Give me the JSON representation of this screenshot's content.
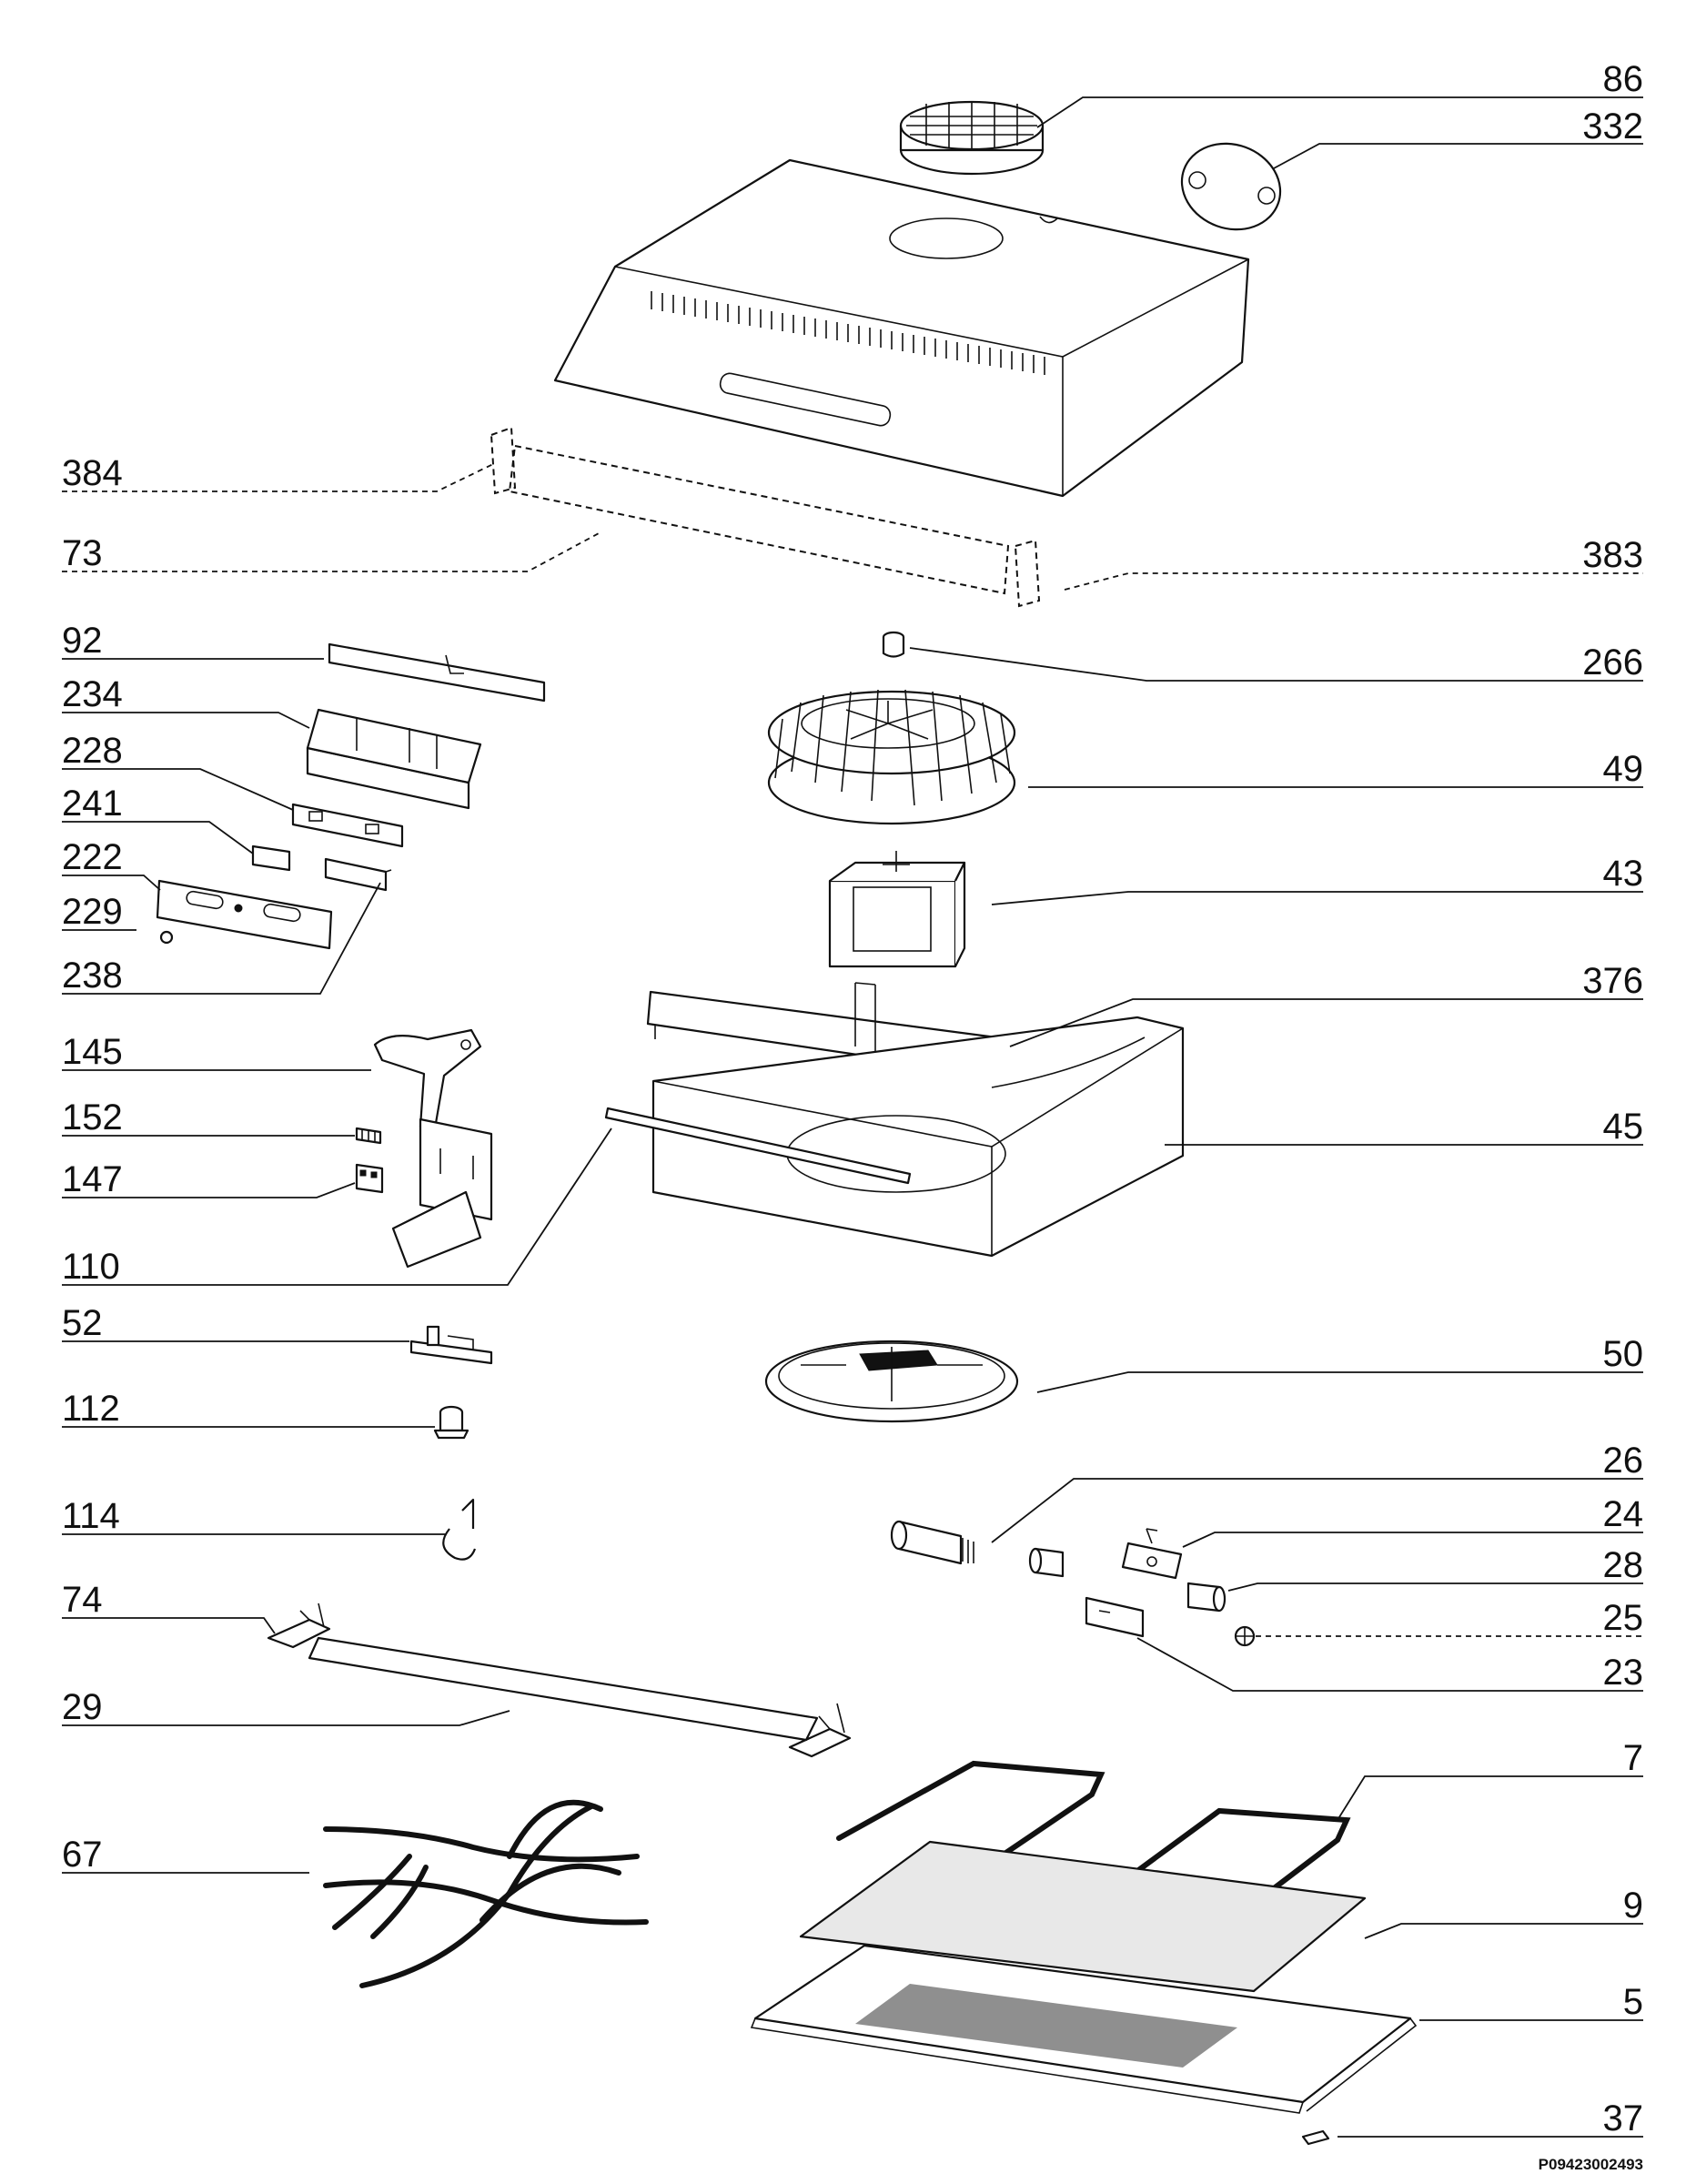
{
  "diagram": {
    "doc_code": "P09423002493",
    "callouts": {
      "p86": "86",
      "p332": "332",
      "p384": "384",
      "p73": "73",
      "p383": "383",
      "p92": "92",
      "p266": "266",
      "p234": "234",
      "p228": "228",
      "p49": "49",
      "p241": "241",
      "p222": "222",
      "p43": "43",
      "p229": "229",
      "p238": "238",
      "p376": "376",
      "p145": "145",
      "p152": "152",
      "p45": "45",
      "p147": "147",
      "p110": "110",
      "p52": "52",
      "p50": "50",
      "p112": "112",
      "p26": "26",
      "p114": "114",
      "p24": "24",
      "p28": "28",
      "p74": "74",
      "p25": "25",
      "p23": "23",
      "p29": "29",
      "p7": "7",
      "p67": "67",
      "p9": "9",
      "p5": "5",
      "p37": "37"
    }
  }
}
